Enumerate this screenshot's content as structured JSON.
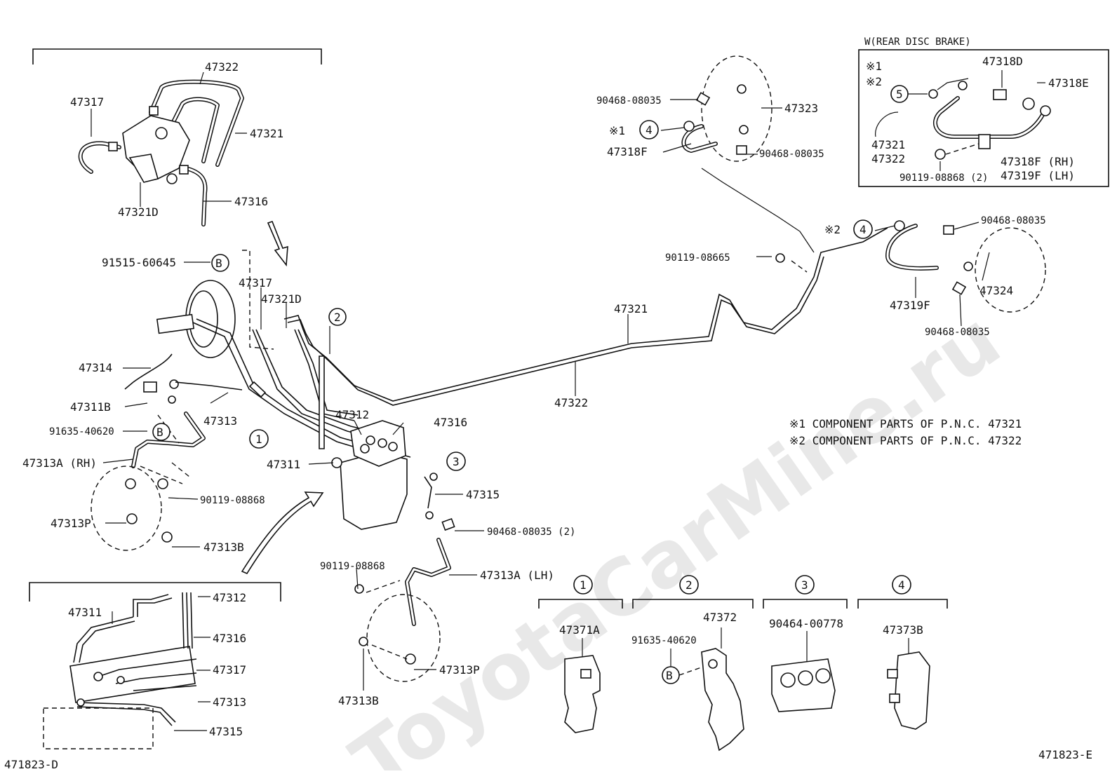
{
  "diagram_id_left": "471823-D",
  "diagram_id_right": "471823-E",
  "watermark": "ToyotaCarMine.ru",
  "rear_disc_box": {
    "title": "W(REAR DISC BRAKE)",
    "mark1": "※1",
    "mark2": "※2",
    "circle": "5",
    "labels": [
      "47318D",
      "47318E",
      "47321",
      "47322",
      "47318F (RH)",
      "47319F (LH)",
      "90119-08868 (2)"
    ]
  },
  "notes": [
    "※1 COMPONENT PARTS OF P.N.C. 47321",
    "※2 COMPONENT PARTS OF P.N.C. 47322"
  ],
  "top_inset": {
    "labels": [
      "47322",
      "47317",
      "47321",
      "47321D",
      "47316"
    ]
  },
  "main": {
    "labels": {
      "l91515": "91515-60645",
      "lB1": "B",
      "l47317": "47317",
      "l47321D": "47321D",
      "c2": "2",
      "l47314": "47314",
      "l47311B": "47311B",
      "l47313": "47313",
      "l91635": "91635-40620",
      "lB2": "B",
      "c1": "1",
      "l47313ARH": "47313A (RH)",
      "l90119a": "90119-08868",
      "l47313P": "47313P",
      "l47313B": "47313B",
      "l47312": "47312",
      "l47316": "47316",
      "l47311": "47311",
      "c3": "3",
      "l47315": "47315",
      "l90468c": "90468-08035 (2)",
      "l90119b": "90119-08868",
      "l47313ALH": "47313A (LH)",
      "l47313P2": "47313P",
      "l47313B2": "47313B",
      "l47321": "47321",
      "l47322": "47322",
      "l90468a": "90468-08035",
      "l47323": "47323",
      "m1": "※1",
      "c4a": "4",
      "l47318F": "47318F",
      "l90468b": "90468-08035",
      "m2": "※2",
      "c4b": "4",
      "l90468d": "90468-08035",
      "l90119c": "90119-08665",
      "l47324": "47324",
      "l47319F": "47319F",
      "l90468e": "90468-08035"
    }
  },
  "bottom_inset": {
    "labels": [
      "47311",
      "47312",
      "47316",
      "47317",
      "47313",
      "47315"
    ]
  },
  "clamps": [
    {
      "circle": "1",
      "part": "47371A"
    },
    {
      "circle": "2",
      "part": "47372",
      "extra": "91635-40620",
      "extra_circle": "B"
    },
    {
      "circle": "3",
      "part": "90464-00778"
    },
    {
      "circle": "4",
      "part": "47373B"
    }
  ]
}
